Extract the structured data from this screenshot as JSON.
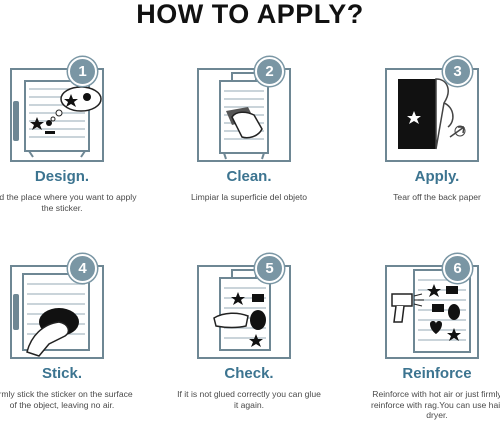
{
  "title": "HOW TO APPLY?",
  "accent_color": "#3c7490",
  "badge_color": "#7a96a4",
  "steps": [
    {
      "number": "1",
      "title": "Design.",
      "desc": "Find the place where you want to apply the sticker.",
      "icon": "suitcase-thought-bubble-icon"
    },
    {
      "number": "2",
      "title": "Clean.",
      "desc": "Limpiar la superficie del objeto",
      "icon": "suitcase-cleaning-hand-icon"
    },
    {
      "number": "3",
      "title": "Apply.",
      "desc": "Tear off the back paper",
      "icon": "peel-backing-paper-icon"
    },
    {
      "number": "4",
      "title": "Stick.",
      "desc": "Firmly stick the sticker on the surface of the object, leaving no air.",
      "icon": "hand-pressing-sticker-icon"
    },
    {
      "number": "5",
      "title": "Check.",
      "desc": "If it is not glued correctly you can glue it again.",
      "icon": "suitcase-check-stickers-icon"
    },
    {
      "number": "6",
      "title": "Reinforce",
      "desc": "Reinforce with hot air or just firmly reinforce with rag.You can use hair dryer.",
      "icon": "hair-dryer-icon"
    }
  ]
}
